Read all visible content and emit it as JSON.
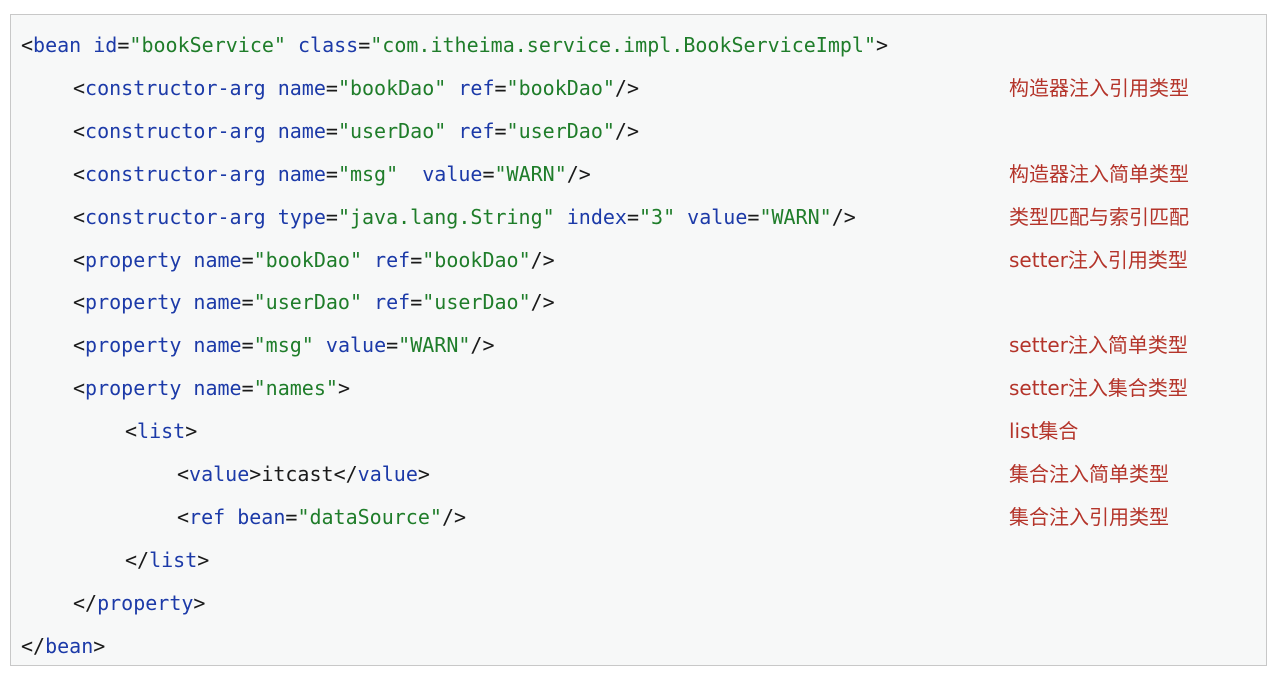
{
  "colors": {
    "tag": "#1c3aa8",
    "attribute": "#1c3aa8",
    "string": "#1f7d2a",
    "punctuation": "#1a1a1a",
    "comment": "#b4342a",
    "background": "#f7f8f8",
    "border": "#c8c8c8"
  },
  "code_lines": [
    {
      "indent": 0,
      "tokens": [
        {
          "t": "punct",
          "v": "<"
        },
        {
          "t": "tag",
          "v": "bean"
        },
        {
          "t": "punct",
          "v": " "
        },
        {
          "t": "attr",
          "v": "id"
        },
        {
          "t": "punct",
          "v": "="
        },
        {
          "t": "str",
          "v": "\"bookService\""
        },
        {
          "t": "punct",
          "v": " "
        },
        {
          "t": "attr",
          "v": "class"
        },
        {
          "t": "punct",
          "v": "="
        },
        {
          "t": "str",
          "v": "\"com.itheima.service.impl.BookServiceImpl\""
        },
        {
          "t": "punct",
          "v": ">"
        }
      ],
      "comment": ""
    },
    {
      "indent": 1,
      "tokens": [
        {
          "t": "punct",
          "v": "<"
        },
        {
          "t": "tag",
          "v": "constructor-arg"
        },
        {
          "t": "punct",
          "v": " "
        },
        {
          "t": "attr",
          "v": "name"
        },
        {
          "t": "punct",
          "v": "="
        },
        {
          "t": "str",
          "v": "\"bookDao\""
        },
        {
          "t": "punct",
          "v": " "
        },
        {
          "t": "attr",
          "v": "ref"
        },
        {
          "t": "punct",
          "v": "="
        },
        {
          "t": "str",
          "v": "\"bookDao\""
        },
        {
          "t": "punct",
          "v": "/>"
        }
      ],
      "comment": "构造器注入引用类型"
    },
    {
      "indent": 1,
      "tokens": [
        {
          "t": "punct",
          "v": "<"
        },
        {
          "t": "tag",
          "v": "constructor-arg"
        },
        {
          "t": "punct",
          "v": " "
        },
        {
          "t": "attr",
          "v": "name"
        },
        {
          "t": "punct",
          "v": "="
        },
        {
          "t": "str",
          "v": "\"userDao\""
        },
        {
          "t": "punct",
          "v": " "
        },
        {
          "t": "attr",
          "v": "ref"
        },
        {
          "t": "punct",
          "v": "="
        },
        {
          "t": "str",
          "v": "\"userDao\""
        },
        {
          "t": "punct",
          "v": "/>"
        }
      ],
      "comment": ""
    },
    {
      "indent": 1,
      "tokens": [
        {
          "t": "punct",
          "v": "<"
        },
        {
          "t": "tag",
          "v": "constructor-arg"
        },
        {
          "t": "punct",
          "v": " "
        },
        {
          "t": "attr",
          "v": "name"
        },
        {
          "t": "punct",
          "v": "="
        },
        {
          "t": "str",
          "v": "\"msg\""
        },
        {
          "t": "punct",
          "v": "  "
        },
        {
          "t": "attr",
          "v": "value"
        },
        {
          "t": "punct",
          "v": "="
        },
        {
          "t": "str",
          "v": "\"WARN\""
        },
        {
          "t": "punct",
          "v": "/>"
        }
      ],
      "comment": "构造器注入简单类型"
    },
    {
      "indent": 1,
      "tokens": [
        {
          "t": "punct",
          "v": "<"
        },
        {
          "t": "tag",
          "v": "constructor-arg"
        },
        {
          "t": "punct",
          "v": " "
        },
        {
          "t": "attr",
          "v": "type"
        },
        {
          "t": "punct",
          "v": "="
        },
        {
          "t": "str",
          "v": "\"java.lang.String\""
        },
        {
          "t": "punct",
          "v": " "
        },
        {
          "t": "attr",
          "v": "index"
        },
        {
          "t": "punct",
          "v": "="
        },
        {
          "t": "str",
          "v": "\"3\""
        },
        {
          "t": "punct",
          "v": " "
        },
        {
          "t": "attr",
          "v": "value"
        },
        {
          "t": "punct",
          "v": "="
        },
        {
          "t": "str",
          "v": "\"WARN\""
        },
        {
          "t": "punct",
          "v": "/>"
        }
      ],
      "comment": "类型匹配与索引匹配"
    },
    {
      "indent": 1,
      "tokens": [
        {
          "t": "punct",
          "v": "<"
        },
        {
          "t": "tag",
          "v": "property"
        },
        {
          "t": "punct",
          "v": " "
        },
        {
          "t": "attr",
          "v": "name"
        },
        {
          "t": "punct",
          "v": "="
        },
        {
          "t": "str",
          "v": "\"bookDao\""
        },
        {
          "t": "punct",
          "v": " "
        },
        {
          "t": "attr",
          "v": "ref"
        },
        {
          "t": "punct",
          "v": "="
        },
        {
          "t": "str",
          "v": "\"bookDao\""
        },
        {
          "t": "punct",
          "v": "/>"
        }
      ],
      "comment": "setter注入引用类型"
    },
    {
      "indent": 1,
      "tokens": [
        {
          "t": "punct",
          "v": "<"
        },
        {
          "t": "tag",
          "v": "property"
        },
        {
          "t": "punct",
          "v": " "
        },
        {
          "t": "attr",
          "v": "name"
        },
        {
          "t": "punct",
          "v": "="
        },
        {
          "t": "str",
          "v": "\"userDao\""
        },
        {
          "t": "punct",
          "v": " "
        },
        {
          "t": "attr",
          "v": "ref"
        },
        {
          "t": "punct",
          "v": "="
        },
        {
          "t": "str",
          "v": "\"userDao\""
        },
        {
          "t": "punct",
          "v": "/>"
        }
      ],
      "comment": ""
    },
    {
      "indent": 1,
      "tokens": [
        {
          "t": "punct",
          "v": "<"
        },
        {
          "t": "tag",
          "v": "property"
        },
        {
          "t": "punct",
          "v": " "
        },
        {
          "t": "attr",
          "v": "name"
        },
        {
          "t": "punct",
          "v": "="
        },
        {
          "t": "str",
          "v": "\"msg\""
        },
        {
          "t": "punct",
          "v": " "
        },
        {
          "t": "attr",
          "v": "value"
        },
        {
          "t": "punct",
          "v": "="
        },
        {
          "t": "str",
          "v": "\"WARN\""
        },
        {
          "t": "punct",
          "v": "/>"
        }
      ],
      "comment": "setter注入简单类型"
    },
    {
      "indent": 1,
      "tokens": [
        {
          "t": "punct",
          "v": "<"
        },
        {
          "t": "tag",
          "v": "property"
        },
        {
          "t": "punct",
          "v": " "
        },
        {
          "t": "attr",
          "v": "name"
        },
        {
          "t": "punct",
          "v": "="
        },
        {
          "t": "str",
          "v": "\"names\""
        },
        {
          "t": "punct",
          "v": ">"
        }
      ],
      "comment": "setter注入集合类型"
    },
    {
      "indent": 2,
      "tokens": [
        {
          "t": "punct",
          "v": "<"
        },
        {
          "t": "tag",
          "v": "list"
        },
        {
          "t": "punct",
          "v": ">"
        }
      ],
      "comment": "list集合"
    },
    {
      "indent": 3,
      "tokens": [
        {
          "t": "punct",
          "v": "<"
        },
        {
          "t": "tag",
          "v": "value"
        },
        {
          "t": "punct",
          "v": ">"
        },
        {
          "t": "text",
          "v": "itcast"
        },
        {
          "t": "punct",
          "v": "</"
        },
        {
          "t": "tag",
          "v": "value"
        },
        {
          "t": "punct",
          "v": ">"
        }
      ],
      "comment": "集合注入简单类型"
    },
    {
      "indent": 3,
      "tokens": [
        {
          "t": "punct",
          "v": "<"
        },
        {
          "t": "tag",
          "v": "ref"
        },
        {
          "t": "punct",
          "v": " "
        },
        {
          "t": "attr",
          "v": "bean"
        },
        {
          "t": "punct",
          "v": "="
        },
        {
          "t": "str",
          "v": "\"dataSource\""
        },
        {
          "t": "punct",
          "v": "/>"
        }
      ],
      "comment": "集合注入引用类型"
    },
    {
      "indent": 2,
      "tokens": [
        {
          "t": "punct",
          "v": "</"
        },
        {
          "t": "tag",
          "v": "list"
        },
        {
          "t": "punct",
          "v": ">"
        }
      ],
      "comment": ""
    },
    {
      "indent": 1,
      "tokens": [
        {
          "t": "punct",
          "v": "</"
        },
        {
          "t": "tag",
          "v": "property"
        },
        {
          "t": "punct",
          "v": ">"
        }
      ],
      "comment": ""
    },
    {
      "indent": 0,
      "tokens": [
        {
          "t": "punct",
          "v": "</"
        },
        {
          "t": "tag",
          "v": "bean"
        },
        {
          "t": "punct",
          "v": ">"
        }
      ],
      "comment": ""
    }
  ]
}
